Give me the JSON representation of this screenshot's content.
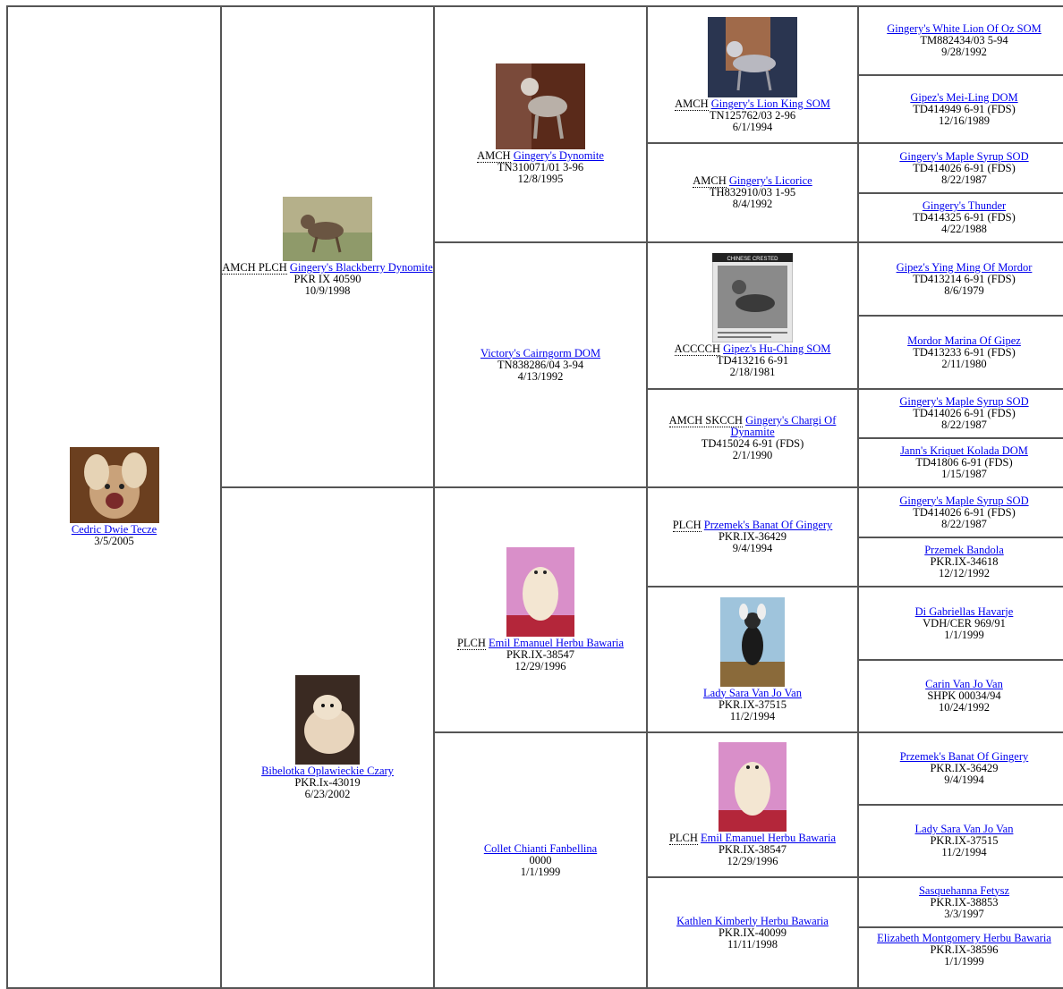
{
  "pedigree": {
    "subject": {
      "name": "Cedric Dwie Tecze",
      "date": "3/5/2005"
    },
    "sire": {
      "titles": "AMCH PLCH",
      "name": "Gingery's Blackberry Dynomite",
      "reg": "PKR IX 40590",
      "date": "10/9/1998"
    },
    "dam": {
      "name": "Bibelotka Oplawieckie Czary",
      "reg": "PKR.Ix-43019",
      "date": "6/23/2002"
    },
    "gen3": [
      {
        "titles": "AMCH",
        "name": "Gingery's Dynomite",
        "reg": "TN310071/01 3-96",
        "date": "12/8/1995"
      },
      {
        "name": "Victory's Cairngorm DOM",
        "reg": "TN838286/04 3-94",
        "date": "4/13/1992"
      },
      {
        "titles": "PLCH",
        "name": "Emil Emanuel Herbu Bawaria",
        "reg": "PKR.IX-38547",
        "date": "12/29/1996"
      },
      {
        "name": "Collet Chianti Fanbellina",
        "reg": "0000",
        "date": "1/1/1999"
      }
    ],
    "gen4": [
      {
        "titles": "AMCH",
        "name": "Gingery's Lion King SOM",
        "reg": "TN125762/03 2-96",
        "date": "6/1/1994"
      },
      {
        "titles": "AMCH",
        "name": "Gingery's Licorice",
        "reg": "TH832910/03 1-95",
        "date": "8/4/1992"
      },
      {
        "titles": "ACCCCH",
        "name": "Gipez's Hu-Ching SOM",
        "reg": "TD413216 6-91",
        "date": "2/18/1981"
      },
      {
        "titles": "AMCH SKCCH",
        "name": "Gingery's Chargi Of Dynamite",
        "reg": "TD415024 6-91 (FDS)",
        "date": "2/1/1990"
      },
      {
        "titles": "PLCH",
        "name": "Przemek's Banat Of Gingery",
        "reg": "PKR.IX-36429",
        "date": "9/4/1994"
      },
      {
        "name": "Lady Sara Van Jo Van",
        "reg": "PKR.IX-37515",
        "date": "11/2/1994"
      },
      {
        "titles": "PLCH",
        "name": "Emil Emanuel Herbu Bawaria",
        "reg": "PKR.IX-38547",
        "date": "12/29/1996"
      },
      {
        "name": "Kathlen Kimberly Herbu Bawaria",
        "reg": "PKR.IX-40099",
        "date": "11/11/1998"
      }
    ],
    "gen5": [
      {
        "name": "Gingery's White Lion Of Oz SOM",
        "reg": "TM882434/03 5-94",
        "date": "9/28/1992"
      },
      {
        "name": "Gipez's Mei-Ling DOM",
        "reg": "TD414949 6-91 (FDS)",
        "date": "12/16/1989"
      },
      {
        "name": "Gingery's Maple Syrup SOD",
        "reg": "TD414026 6-91 (FDS)",
        "date": "8/22/1987"
      },
      {
        "name": "Gingery's Thunder",
        "reg": "TD414325 6-91 (FDS)",
        "date": "4/22/1988"
      },
      {
        "name": "Gipez's Ying Ming Of Mordor",
        "reg": "TD413214 6-91 (FDS)",
        "date": "8/6/1979"
      },
      {
        "name": "Mordor Marina Of Gipez",
        "reg": "TD413233 6-91 (FDS)",
        "date": "2/11/1980"
      },
      {
        "name": "Gingery's Maple Syrup SOD",
        "reg": "TD414026 6-91 (FDS)",
        "date": "8/22/1987"
      },
      {
        "name": "Jann's Kriquet Kolada DOM",
        "reg": "TD41806 6-91 (FDS)",
        "date": "1/15/1987"
      },
      {
        "name": "Gingery's Maple Syrup SOD",
        "reg": "TD414026 6-91 (FDS)",
        "date": "8/22/1987"
      },
      {
        "name": "Przemek Bandola",
        "reg": "PKR.IX-34618",
        "date": "12/12/1992"
      },
      {
        "name": "Di Gabriellas Havarje",
        "reg": "VDH/CER 969/91",
        "date": "1/1/1999"
      },
      {
        "name": "Carin Van Jo Van",
        "reg": "SHPK 00034/94",
        "date": "10/24/1992"
      },
      {
        "name": "Przemek's Banat Of Gingery",
        "reg": "PKR.IX-36429",
        "date": "9/4/1994"
      },
      {
        "name": "Lady Sara Van Jo Van",
        "reg": "PKR.IX-37515",
        "date": "11/2/1994"
      },
      {
        "name": "Sasquehanna Fetysz",
        "reg": "PKR.IX-38853",
        "date": "3/3/1997"
      },
      {
        "name": "Elizabeth Montgomery Herbu Bawaria",
        "reg": "PKR.IX-38596",
        "date": "1/1/1999"
      }
    ]
  },
  "photo_captions": {
    "chinese_crested_book": "CHINESE CRESTED"
  }
}
